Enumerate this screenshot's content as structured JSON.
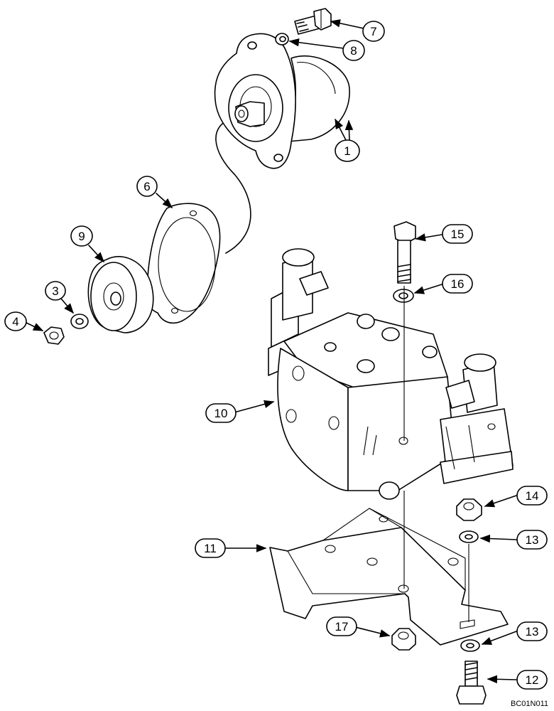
{
  "callouts": {
    "c1": "1",
    "c3": "3",
    "c4": "4",
    "c6": "6",
    "c7": "7",
    "c8": "8",
    "c9": "9",
    "c10": "10",
    "c11": "11",
    "c12": "12",
    "c13a": "13",
    "c13b": "13",
    "c14": "14",
    "c15": "15",
    "c16": "16",
    "c17": "17"
  },
  "drawing_code": "BC01N011"
}
